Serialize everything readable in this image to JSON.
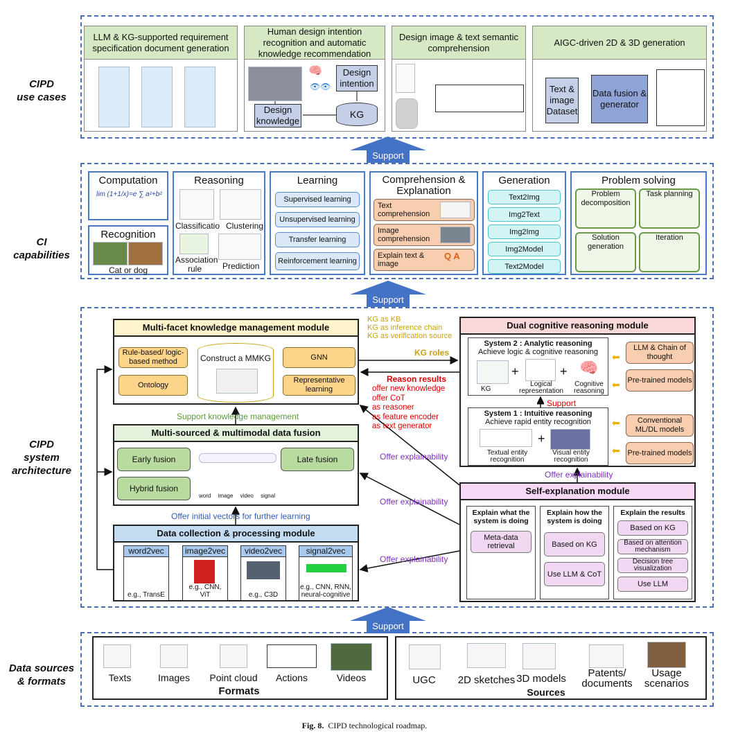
{
  "sections": {
    "use_cases": "CIPD\nuse cases",
    "capabilities": "CI\ncapabilities",
    "architecture": "CIPD\nsystem\narchitecture",
    "data_sources": "Data sources\n& formats"
  },
  "support_label": "Support",
  "use_cases": [
    {
      "title": "LLM & KG-supported requirement specification document generation"
    },
    {
      "title": "Human design intention recognition and automatic knowledge recommendation",
      "nodes": {
        "intention": "Design intention",
        "kg": "KG",
        "knowledge": "Design knowledge"
      }
    },
    {
      "title": "Design image & text semantic comprehension"
    },
    {
      "title": "AIGC-driven 2D & 3D generation",
      "nodes": {
        "dataset": "Text & image Dataset",
        "fusion": "Data fusion & generator"
      }
    }
  ],
  "capabilities": {
    "computation": "Computation",
    "recognition": {
      "title": "Recognition",
      "caption": "Cat or dog"
    },
    "reasoning": {
      "title": "Reasoning",
      "items": [
        "Classificatio",
        "Clustering",
        "Association rule",
        "Prediction"
      ]
    },
    "learning": {
      "title": "Learning",
      "items": [
        "Supervised learning",
        "Unsupervised learning",
        "Transfer learning",
        "Reinforcement learning"
      ]
    },
    "comprehension": {
      "title": "Comprehension & Explanation",
      "items": [
        "Text comprehension",
        "Image comprehension",
        "Explain text & image"
      ]
    },
    "generation": {
      "title": "Generation",
      "items": [
        "Text2Img",
        "Img2Text",
        "Img2Img",
        "Img2Model",
        "Text2Model"
      ]
    },
    "problem_solving": {
      "title": "Problem solving",
      "items": [
        "Problem decomposition",
        "Task planning",
        "Solution generation",
        "Iteration"
      ]
    }
  },
  "architecture": {
    "km": {
      "title": "Multi-facet knowledge management module",
      "rule": "Rule-based/ logic-based method",
      "ontology": "Ontology",
      "center": "Construct a MMKG",
      "gnn": "GNN",
      "repr": "Representative learning"
    },
    "support_km": "Support knowledge management",
    "fusion": {
      "title": "Multi-sourced & multimodal data fusion",
      "early": "Early fusion",
      "hybrid": "Hybrid fusion",
      "late": "Late fusion",
      "inputs": [
        "word",
        "image",
        "video",
        "signal"
      ]
    },
    "offer_vectors": "Offer initial vectors for further learning",
    "collection": {
      "title": "Data collection & processing module",
      "items": [
        {
          "name": "word2vec",
          "example": "e.g., TransE"
        },
        {
          "name": "image2vec",
          "example": "e.g., CNN, ViT"
        },
        {
          "name": "video2vec",
          "example": "e.g., C3D"
        },
        {
          "name": "signal2vec",
          "example": "e.g., CNN, RNN, neural-cognitive"
        }
      ]
    },
    "kg_roles": {
      "items": [
        "KG as KB",
        "KG as inference chain",
        "KG as verification source"
      ],
      "label": "KG roles"
    },
    "reason_results": {
      "title": "Reason results",
      "items": [
        "offer new knowledge",
        "offer CoT",
        "as reasoner",
        "as feature encoder",
        "as text generator"
      ]
    },
    "offer_explainability": "Offer explainability",
    "dual": {
      "title": "Dual cognitive reasoning module",
      "s2": {
        "title": "System 2 : Analytic reasoning",
        "subtitle": "Achieve logic & cognitive reasoning",
        "parts": [
          "KG",
          "Logical representation",
          "Cognitive reasoning"
        ]
      },
      "support": "Support",
      "s1": {
        "title": "System 1 : Intuitive reasoning",
        "subtitle": "Achieve rapid entity recognition",
        "parts": [
          "Textual entity recognition",
          "Visual entity recognition"
        ]
      },
      "models": [
        "LLM & Chain of thought",
        "Pre-trained models",
        "Conventional ML/DL models",
        "Pre-trained models"
      ]
    },
    "self_exp": {
      "title": "Self-explanation module",
      "cols": [
        {
          "title": "Explain what the system is doing",
          "items": [
            "Meta-data retrieval"
          ]
        },
        {
          "title": "Explain how the system is doing",
          "items": [
            "Based on KG",
            "Use LLM & CoT"
          ]
        },
        {
          "title": "Explain the results",
          "items": [
            "Based on KG",
            "Based on attention mechanism",
            "Decision tree visualization",
            "Use LLM"
          ]
        }
      ]
    }
  },
  "data_sources": {
    "formats": {
      "label": "Formats",
      "items": [
        "Texts",
        "Images",
        "Point cloud",
        "Actions",
        "Videos"
      ]
    },
    "sources": {
      "label": "Sources",
      "items": [
        "UGC",
        "2D sketches",
        "3D models",
        "Patents/ documents",
        "Usage scenarios"
      ]
    }
  },
  "caption": {
    "fig": "Fig. 8.",
    "text": "CIPD technological roadmap."
  },
  "colors": {
    "dashed_border": "#4a6fb5",
    "arrow": "#4472c4",
    "kg_roles": "#c9a010",
    "reason": "#e00000",
    "explain": "#8030c0",
    "km_support": "#5a9a3a",
    "vectors": "#2e5cb8"
  }
}
